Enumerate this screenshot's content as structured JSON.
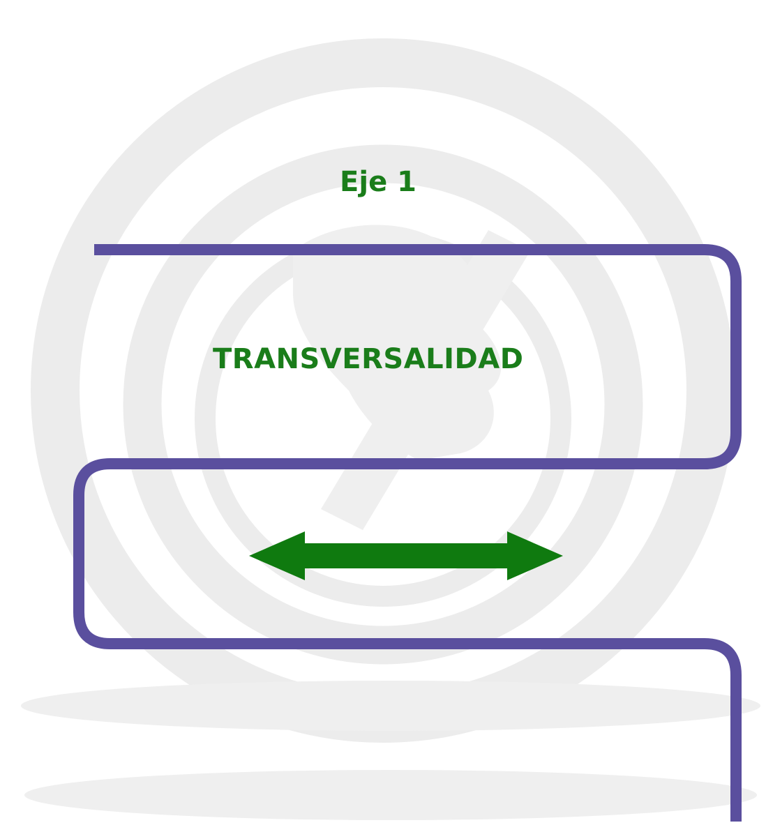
{
  "diagram": {
    "title": "Eje 1",
    "concept": "TRANSVERSALIDAD",
    "colors": {
      "text": "#1a7d1a",
      "path": "#5a4f9e",
      "arrow": "#0f7a0f",
      "watermark": "#ececec"
    },
    "icons": {
      "connector": "serpentine-path",
      "arrow": "double-headed-arrow-icon",
      "background": "circular-logo-watermark"
    }
  }
}
